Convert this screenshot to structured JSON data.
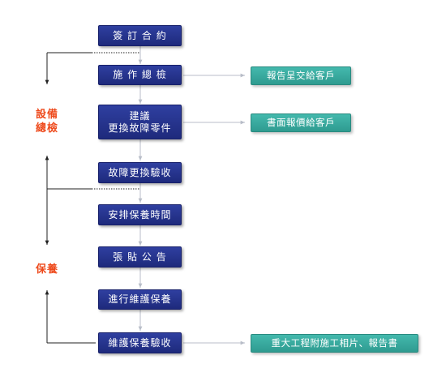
{
  "steps": {
    "sign_contract": "簽 訂 合 約",
    "inspection": "施 作 總 檢",
    "suggest_line1": "建議",
    "suggest_line2": "更換故障零件",
    "replace_check": "故障更換驗收",
    "arrange_time": "安排保養時間",
    "post_notice": "張 貼 公 告",
    "do_maintenance": "進行維護保養",
    "maintenance_check": "維護保養驗收"
  },
  "outputs": {
    "report_to_client": "報告呈交給客戶",
    "written_quote": "書面報價給客戶",
    "photos_report": "重大工程附施工相片、報告書"
  },
  "sections": {
    "equipment_line1": "設備",
    "equipment_line2": "總檢",
    "maintenance": "保養"
  },
  "colors": {
    "step_fill": "#24308a",
    "output_fill": "#3aaea2",
    "section_text": "#ee4a1c",
    "connector": "#b8bdc8"
  }
}
